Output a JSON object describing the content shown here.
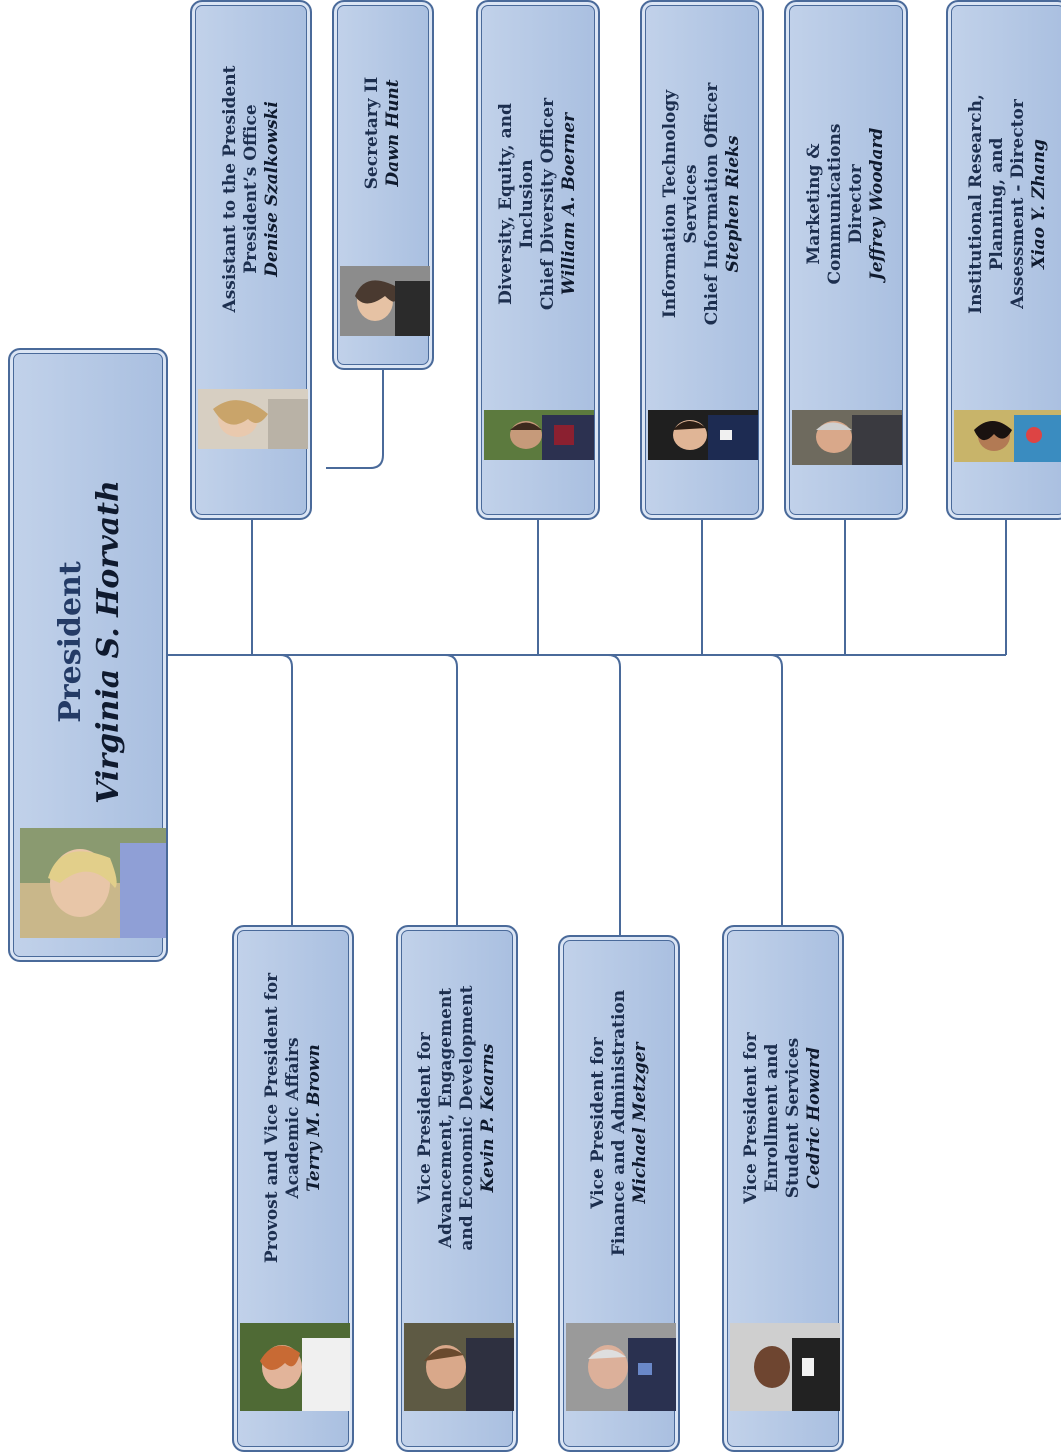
{
  "president": {
    "title": "President",
    "name": "Virginia S. Horvath"
  },
  "top_boxes": [
    {
      "id": "assistant",
      "lines": [
        "Assistant to the President",
        "President’s Office"
      ],
      "name": "Denise Szalkowski"
    },
    {
      "id": "secretary",
      "lines": [
        "Secretary II"
      ],
      "name": "Dawn Hunt"
    },
    {
      "id": "diversity",
      "lines": [
        "Diversity, Equity, and",
        "Inclusion",
        "Chief Diversity Officer"
      ],
      "name": "William A. Boerner"
    },
    {
      "id": "its",
      "lines": [
        "Information Technology",
        "Services",
        "Chief Information Officer"
      ],
      "name": "Stephen Rieks"
    },
    {
      "id": "marketing",
      "lines": [
        "Marketing &",
        "Communications",
        "Director"
      ],
      "name": "Jeffrey Woodard"
    },
    {
      "id": "research",
      "lines": [
        "Institutional Research,",
        "Planning, and",
        "Assessment - Director"
      ],
      "name": "Xiao Y. Zhang"
    }
  ],
  "vp_boxes": [
    {
      "id": "provost",
      "lines": [
        "Provost and Vice President for",
        "Academic Affairs"
      ],
      "name": "Terry M. Brown"
    },
    {
      "id": "advancement",
      "lines": [
        "Vice President for",
        "Advancement, Engagement",
        "and Economic Development"
      ],
      "name": "Kevin P. Kearns"
    },
    {
      "id": "finance",
      "lines": [
        "Vice President for",
        "Finance and Administration"
      ],
      "name": "Michael Metzger"
    },
    {
      "id": "enrollment",
      "lines": [
        "Vice President for",
        "Enrollment and",
        "Student Services"
      ],
      "name": "Cedric Howard"
    }
  ],
  "colors": {
    "box_border": "#4a6a9a",
    "box_fill": "#b6c8e4",
    "connector": "#4a6a9a",
    "text": "#1d2f4f"
  }
}
